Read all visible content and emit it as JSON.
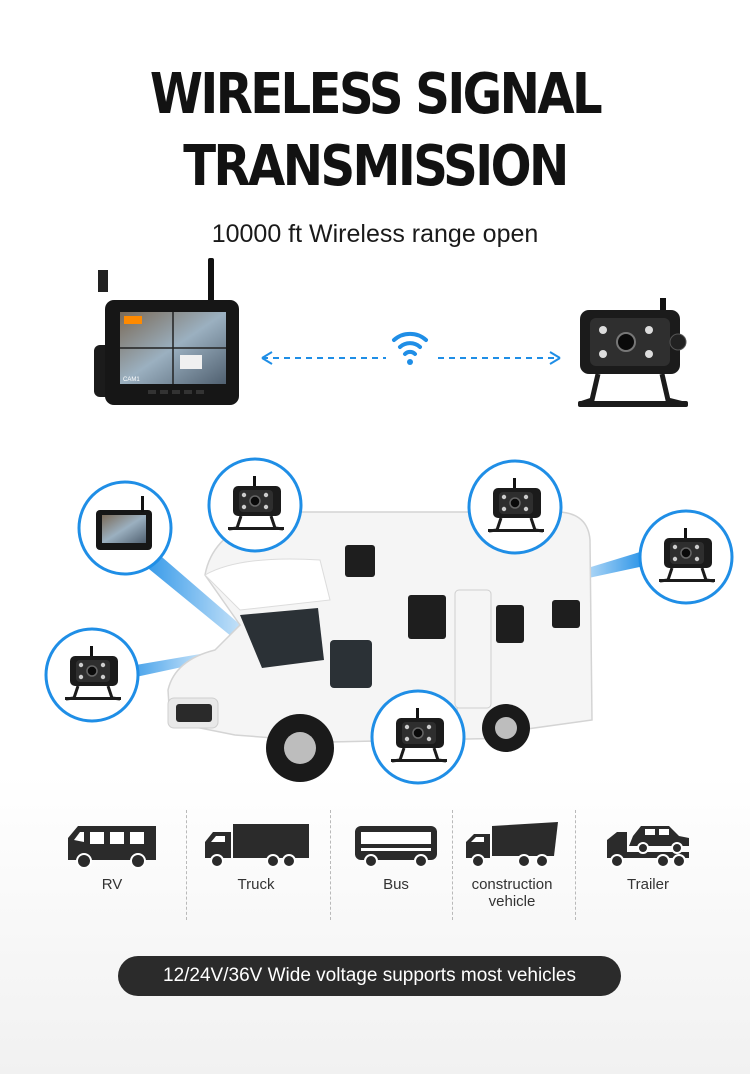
{
  "headline": {
    "line1": "WIRELESS SIGNAL",
    "line2": "TRANSMISSION"
  },
  "subtitle": "10000 ft Wireless range open",
  "monitor": {
    "screen_label": "CAM1"
  },
  "vehicles": [
    {
      "label": "RV",
      "icon": "rv-icon"
    },
    {
      "label": "Truck",
      "icon": "truck-icon"
    },
    {
      "label": "Bus",
      "icon": "bus-icon"
    },
    {
      "label": "construction vehicle",
      "icon": "dump-truck-icon"
    },
    {
      "label": "Trailer",
      "icon": "tow-truck-icon"
    }
  ],
  "footer_banner": "12/24V/36V Wide voltage supports most vehicles",
  "colors": {
    "accent_blue": "#1f8ee6",
    "banner_bg": "#2b2b2b",
    "rv_body": "#f4f4f4"
  }
}
